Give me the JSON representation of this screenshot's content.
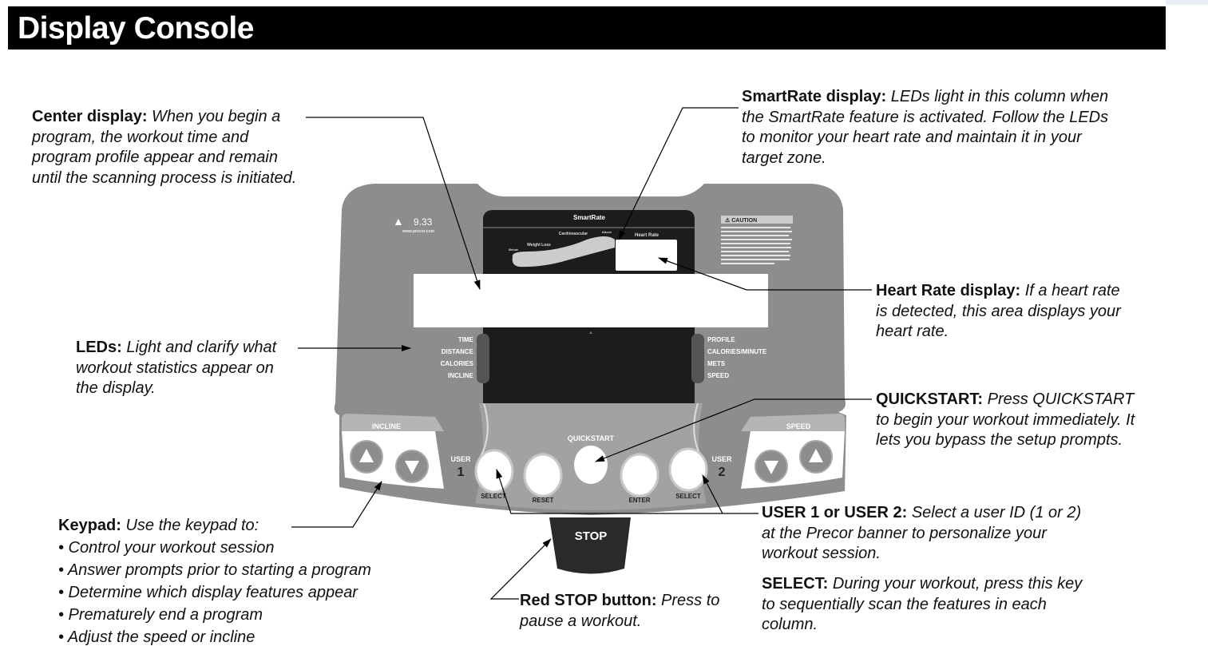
{
  "header": {
    "title": "Display Console"
  },
  "console": {
    "model": "9.33",
    "website": "www.precor.com",
    "smartrate_title": "SmartRate",
    "zone_labels": [
      "Cardiovascular",
      "Above",
      "Weight Loss",
      "Below"
    ],
    "heart_rate_label": "Heart Rate",
    "caution_label": "CAUTION",
    "left_leds": [
      "TIME",
      "DISTANCE",
      "CALORIES",
      "INCLINE"
    ],
    "right_leds": [
      "PROFILE",
      "CALORIES/MINUTE",
      "METS",
      "SPEED"
    ],
    "incline_label": "INCLINE",
    "speed_label": "SPEED",
    "quickstart_label": "QUICKSTART",
    "user1": {
      "word": "USER",
      "num": "1"
    },
    "user2": {
      "word": "USER",
      "num": "2"
    },
    "key_labels": {
      "select_left": "SELECT",
      "reset": "RESET",
      "enter": "ENTER",
      "select_right": "SELECT"
    },
    "stop_label": "STOP"
  },
  "callouts": {
    "center_display": {
      "label": "Center display:",
      "lines": [
        " When you begin a",
        "program, the workout time and",
        "program profile appear and remain",
        "until the scanning process is initiated."
      ]
    },
    "smartrate": {
      "label": "SmartRate display:",
      "lines": [
        " LEDs light in this column when",
        "the SmartRate feature is activated. Follow the LEDs",
        "to monitor your heart rate and maintain it in your",
        "target zone."
      ]
    },
    "heart_rate": {
      "label": "Heart Rate display:",
      "lines": [
        " If a heart rate",
        "is detected, this area displays your",
        "heart rate."
      ]
    },
    "leds": {
      "label": "LEDs:",
      "lines": [
        " Light and clarify what",
        "workout statistics appear on",
        "the display."
      ]
    },
    "quickstart": {
      "label": "QUICKSTART:",
      "lines": [
        " Press QUICKSTART",
        "to begin your workout immediately. It",
        "lets you bypass the setup prompts."
      ]
    },
    "user": {
      "label": "USER 1 or USER 2:",
      "lines": [
        " Select a user ID (1 or 2)",
        "at the Precor banner to personalize your",
        "workout session."
      ]
    },
    "select": {
      "label": "SELECT:",
      "lines": [
        " During your workout, press this key",
        "to sequentially scan the features in each",
        "column."
      ]
    },
    "keypad": {
      "label": "Keypad:",
      "lines": [
        " Use the keypad to:"
      ],
      "bullets": [
        "• Control your workout session",
        "• Answer prompts prior to starting a program",
        "• Determine which display features appear",
        "• Prematurely end a program",
        "• Adjust the speed or incline"
      ]
    },
    "stop": {
      "label": "Red STOP button:",
      "lines": [
        " Press to",
        "pause a workout."
      ]
    }
  },
  "colors": {
    "console_gray": "#8d8d8d",
    "panel_black": "#1c1c1c",
    "header_black": "#000000"
  }
}
